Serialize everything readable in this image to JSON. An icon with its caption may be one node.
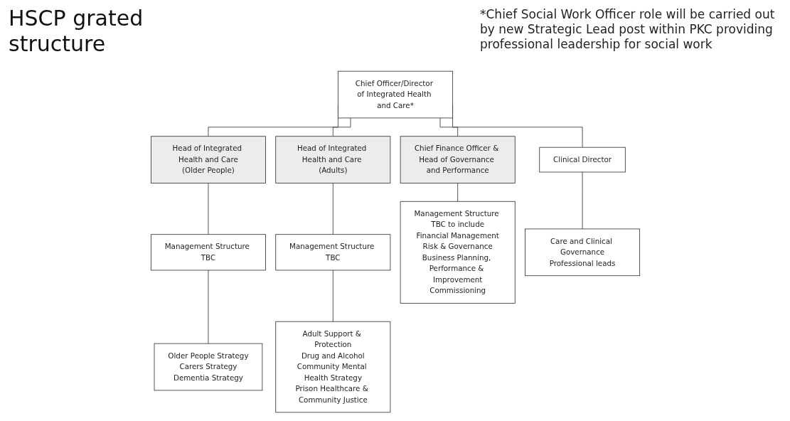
{
  "diagram": {
    "title": "HSCP grated structure",
    "nodes": [
      {
        "text": [
          "Chief Officer/Director of Integrated Health and Care*"
        ]
      },
      {
        "text": [
          "Head of Integrated Health and Care",
          "(Older People)"
        ]
      },
      {
        "text": [
          "Head of Integrated Health and Care (Adults)"
        ]
      },
      {
        "text": [
          "Chief Finance Officer & Head of Governance and Performance"
        ]
      },
      {
        "text": [
          "Clinical Director"
        ]
      },
      {
        "text": [
          "Management Structure TBC"
        ]
      },
      {
        "text": [
          "Management Structure TBC"
        ]
      },
      {
        "text": [
          "Management Structure TBC to include",
          "Financial Management",
          "Risk & Governance",
          "Business Planning, Performance & Improvement",
          "Commissioning"
        ]
      },
      {
        "text": [
          "Care and Clinical Governance",
          "Professional leads"
        ]
      },
      {
        "text": [
          "Older People Strategy",
          "Carers Strategy",
          "Dementia Strategy"
        ]
      },
      {
        "text": [
          "Adult Support & Protection",
          "Drug and Alcohol",
          "Community Mental Health Strategy",
          "Prison Healthcare & Community Justice"
        ]
      }
    ],
    "edges": [
      {
        "from": 0,
        "to": 1,
        "arrow": "none"
      },
      {
        "from": 0,
        "to": 2,
        "arrow": "none"
      },
      {
        "from": 0,
        "to": 3,
        "arrow": "none"
      },
      {
        "from": 0,
        "to": 4,
        "arrow": "none"
      },
      {
        "from": 1,
        "to": 5,
        "arrow": "none"
      },
      {
        "from": 2,
        "to": 6,
        "arrow": "none"
      },
      {
        "from": 3,
        "to": 7,
        "arrow": "none"
      },
      {
        "from": 4,
        "to": 8,
        "arrow": "none"
      },
      {
        "from": 5,
        "to": 9,
        "arrow": "none"
      },
      {
        "from": 6,
        "to": 10,
        "arrow": "none"
      }
    ],
    "labels": [
      "*Chief Social Work Officer role will be carried out by new Strategic Lead post within PKC providing professional leadership for social work"
    ]
  }
}
